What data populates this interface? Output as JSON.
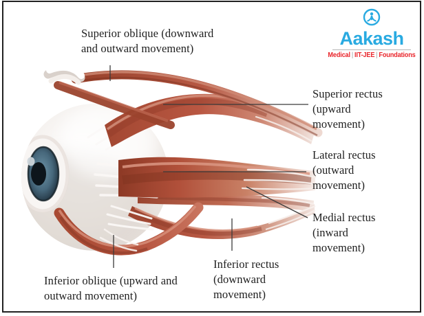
{
  "logo": {
    "brand": "Aakash",
    "tagline_parts": [
      "Medical",
      "IIT-JEE",
      "Foundations"
    ],
    "separator": "|",
    "brand_color": "#29aae1",
    "tagline_color": "#e9262c"
  },
  "diagram": {
    "labels": {
      "superior_oblique": "Superior oblique (downward\nand outward movement)",
      "superior_rectus": "Superior rectus\n(upward\nmovement)",
      "lateral_rectus": "Lateral rectus\n(outward\nmovement)",
      "medial_rectus": "Medial rectus\n(inward\nmovement)",
      "inferior_rectus": "Inferior rectus\n(downward\nmovement)",
      "inferior_oblique": "Inferior oblique (upward and\noutward movement)"
    },
    "colors": {
      "muscle_red": "#b0523c",
      "muscle_dark": "#8a3a27",
      "tendon_white": "#f7f2ef",
      "sclera": "#f3efec",
      "iris_blue": "#44657a",
      "pupil": "#0d151b",
      "callout_line": "#3a3a3a",
      "border": "#212121"
    }
  }
}
